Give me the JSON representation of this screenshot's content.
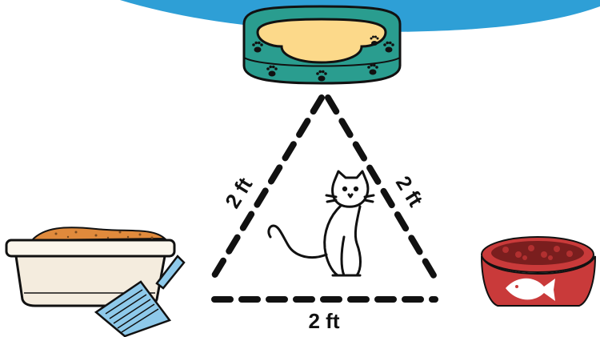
{
  "labels": {
    "left_side": "2 ft",
    "right_side": "2 ft",
    "bottom_side": "2 ft"
  },
  "colors": {
    "sky_blue": "#2e9fd6",
    "bed_teal": "#2a9d8f",
    "bed_cushion": "#fcd98a",
    "outline": "#111111",
    "litter_sand": "#e08a3c",
    "scoop_blue": "#8ec9ea",
    "bowl_red": "#c93a3a",
    "food_dark": "#7a1e1e"
  },
  "icons": [
    "cat-bed-icon",
    "litter-box-icon",
    "litter-scoop-icon",
    "cat-food-bowl-icon",
    "cat-icon",
    "fish-icon",
    "paw-print-icon"
  ]
}
